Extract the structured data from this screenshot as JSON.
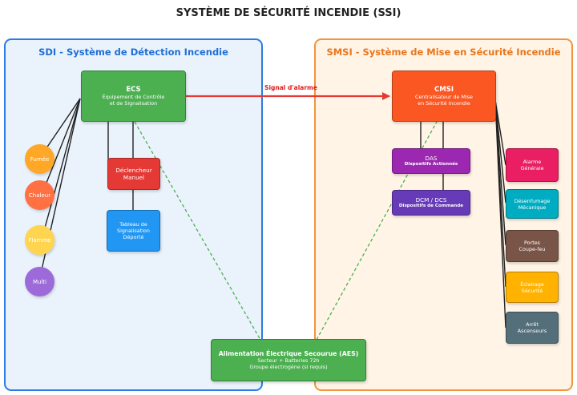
{
  "title": "SYSTÈME DE SÉCURITÉ INCENDIE (SSI)",
  "sdi": {
    "title": "SDI - Système de Détection Incendie",
    "ecs": {
      "title": "ECS",
      "line1": "Équipement de Contrôle",
      "line2": "et de Signalisation"
    },
    "declencheur": {
      "line1": "Déclencheur",
      "line2": "Manuel"
    },
    "tableau": {
      "line1": "Tableau de",
      "line2": "Signalisation",
      "line3": "Déporté"
    },
    "detectors": [
      "Fumée",
      "Chaleur",
      "Flamme",
      "Multi"
    ]
  },
  "smsi": {
    "title": "SMSI - Système de Mise en Sécurité Incendie",
    "cmsi": {
      "title": "CMSI",
      "line1": "Centralisateur de Mise",
      "line2": "en Sécurité Incendie"
    },
    "das": {
      "title": "DAS",
      "sub": "Dispositifs Actionnés"
    },
    "dcm": {
      "title": "DCM / DCS",
      "sub": "Dispositifs de Commande"
    },
    "actions": [
      {
        "line1": "Alarme",
        "line2": "Générale"
      },
      {
        "line1": "Désenfumage",
        "line2": "Mécanique"
      },
      {
        "line1": "Portes",
        "line2": "Coupe-feu"
      },
      {
        "line1": "Éclairage",
        "line2": "Sécurité"
      },
      {
        "line1": "Arrêt",
        "line2": "Ascenseurs"
      }
    ]
  },
  "alarm_signal": "Signal d'alarme",
  "aes": {
    "title": "Alimentation Électrique Secourue (AES)",
    "line1": "Secteur + Batteries 72h",
    "line2": "Groupe électrogène (si requis)"
  },
  "colors": {
    "sdi_border": "#2c7be5",
    "smsi_border": "#f0953d",
    "ecs": "#4caf50",
    "cmsi": "#fa5722",
    "declencheur": "#e53935",
    "tableau": "#2196f3",
    "das": "#9c27b0",
    "dcm": "#673ab7",
    "alarm_arrow": "#e53935",
    "aes_link": "#4caf50"
  }
}
